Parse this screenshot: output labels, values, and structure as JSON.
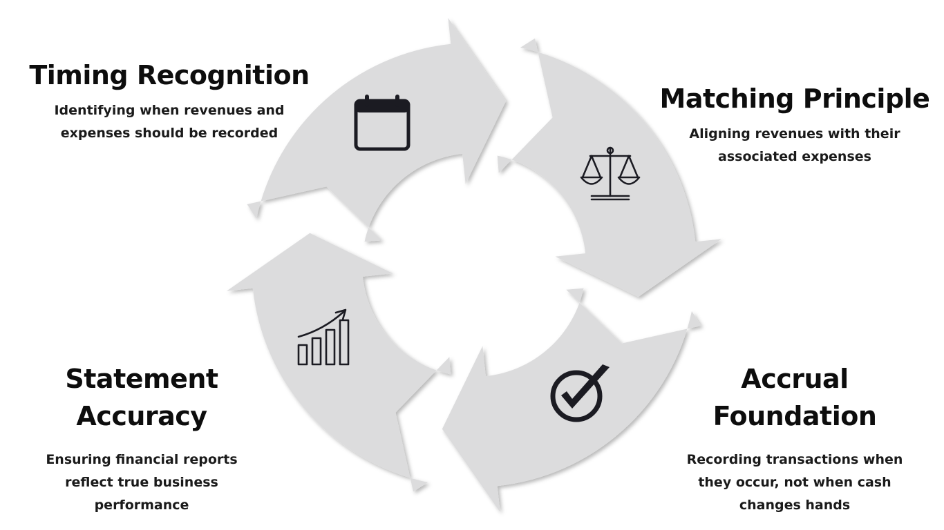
{
  "diagram": {
    "segments": [
      {
        "id": "timing",
        "title": "Timing Recognition",
        "description": [
          "Identifying when revenues and",
          "expenses should be recorded"
        ],
        "icon": "calendar-icon"
      },
      {
        "id": "matching",
        "title": "Matching Principle",
        "description": [
          "Aligning revenues with their",
          "associated expenses"
        ],
        "icon": "balance-scale-icon"
      },
      {
        "id": "accrual",
        "title": [
          "Accrual",
          "Foundation"
        ],
        "description": [
          "Recording transactions when",
          "they occur, not when cash",
          "changes hands"
        ],
        "icon": "check-circle-icon"
      },
      {
        "id": "statement",
        "title": [
          "Statement",
          "Accuracy"
        ],
        "description": [
          "Ensuring financial reports",
          "reflect true business",
          "performance"
        ],
        "icon": "growth-chart-icon"
      }
    ],
    "colors": {
      "ring": "#dcdcdd",
      "ring_shadow": "#9a9a9a",
      "icon": "#1b1b22",
      "text": "#111111"
    }
  }
}
